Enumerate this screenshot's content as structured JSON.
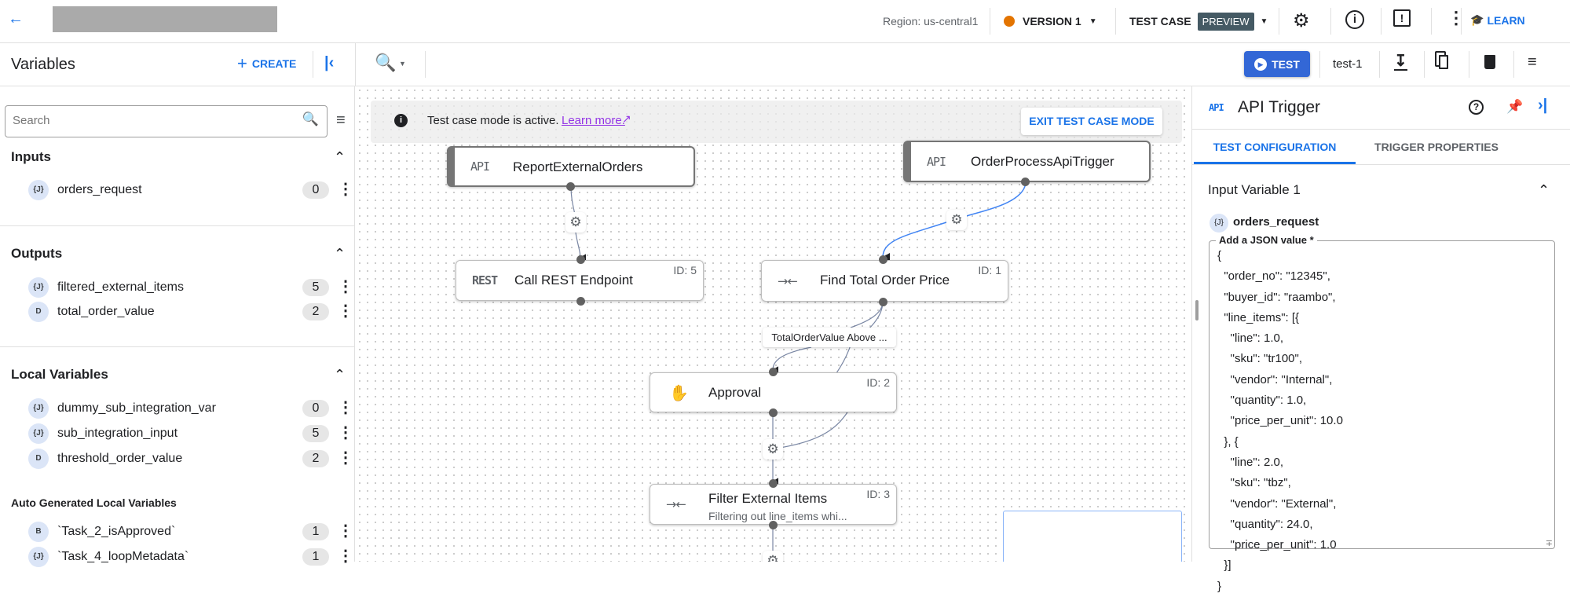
{
  "header": {
    "region": "Region: us-central1",
    "version": "VERSION 1",
    "version_status_color": "#e37400",
    "test_case": "TEST CASE",
    "preview_badge": "PREVIEW",
    "learn": "LEARN",
    "accent": "#1a73e8"
  },
  "toolbar": {
    "panel_title": "Variables",
    "create": "CREATE",
    "test_button": "TEST",
    "test_case_name": "test-1"
  },
  "variables": {
    "search_placeholder": "Search",
    "sections": [
      {
        "title": "Inputs",
        "items": [
          {
            "type": "{J}",
            "name": "orders_request",
            "count": "0"
          }
        ]
      },
      {
        "title": "Outputs",
        "items": [
          {
            "type": "{J}",
            "name": "filtered_external_items",
            "count": "5"
          },
          {
            "type": "D",
            "name": "total_order_value",
            "count": "2"
          }
        ]
      },
      {
        "title": "Local Variables",
        "items": [
          {
            "type": "{J}",
            "name": "dummy_sub_integration_var",
            "count": "0"
          },
          {
            "type": "{J}",
            "name": "sub_integration_input",
            "count": "5"
          },
          {
            "type": "D",
            "name": "threshold_order_value",
            "count": "2"
          }
        ]
      },
      {
        "title": "Auto Generated Local Variables",
        "items": [
          {
            "type": "B",
            "name": "`Task_2_isApproved`",
            "count": "1"
          },
          {
            "type": "{J}",
            "name": "`Task_4_loopMetadata`",
            "count": "1"
          }
        ]
      }
    ]
  },
  "canvas": {
    "banner_text": "Test case mode is active.",
    "banner_link": "Learn more.",
    "exit_button": "EXIT TEST CASE MODE",
    "edge_label": "TotalOrderValue Above ...",
    "nodes": [
      {
        "type": "API",
        "title": "ReportExternalOrders"
      },
      {
        "type": "API",
        "title": "OrderProcessApiTrigger"
      },
      {
        "type": "REST",
        "title": "Call REST Endpoint",
        "id": "ID: 5"
      },
      {
        "type": "mapper",
        "title": "Find Total Order Price",
        "id": "ID: 1"
      },
      {
        "type": "hand",
        "title": "Approval",
        "id": "ID: 2"
      },
      {
        "type": "mapper",
        "title": "Filter External Items",
        "id": "ID: 3",
        "subtitle": "Filtering out line_items whi..."
      }
    ]
  },
  "panel": {
    "type_icon": "API",
    "title": "API Trigger",
    "tabs": [
      {
        "label": "TEST CONFIGURATION",
        "active": true
      },
      {
        "label": "TRIGGER PROPERTIES",
        "active": false
      }
    ],
    "section_title": "Input Variable 1",
    "var_type": "{J}",
    "var_name": "orders_request",
    "field_label": "Add a JSON value *",
    "json_value": "{\n  \"order_no\": \"12345\",\n  \"buyer_id\": \"raambo\",\n  \"line_items\": [{\n    \"line\": 1.0,\n    \"sku\": \"tr100\",\n    \"vendor\": \"Internal\",\n    \"quantity\": 1.0,\n    \"price_per_unit\": 10.0\n  }, {\n    \"line\": 2.0,\n    \"sku\": \"tbz\",\n    \"vendor\": \"External\",\n    \"quantity\": 24.0,\n    \"price_per_unit\": 1.0\n  }]\n}"
  }
}
